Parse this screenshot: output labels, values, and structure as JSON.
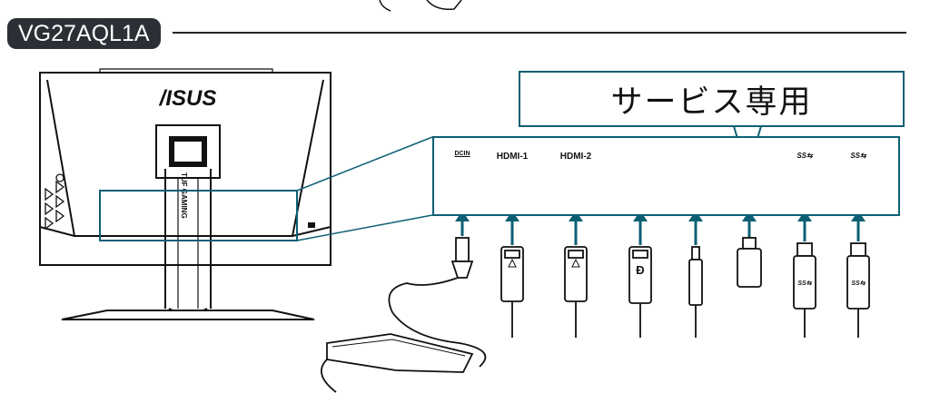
{
  "header": {
    "model": "VG27AQL1A"
  },
  "monitor": {
    "brand": "/ISUS",
    "stand_text": "TUF GAMING"
  },
  "service_label": "サービス専用",
  "ports": [
    {
      "id": "dcin",
      "label": "DCIN",
      "icon": "dc-power-jack-icon"
    },
    {
      "id": "hdmi1",
      "label": "HDMI-1",
      "icon": "hdmi-port-icon"
    },
    {
      "id": "hdmi2",
      "label": "HDMI-2",
      "icon": "hdmi-port-icon"
    },
    {
      "id": "dp",
      "label": "",
      "icon": "displayport-logo-icon"
    },
    {
      "id": "audio",
      "label": "",
      "icon": "headphone-icon"
    },
    {
      "id": "usb-service",
      "label": "",
      "icon": "usb-a-port-icon"
    },
    {
      "id": "usb-b",
      "label": "SS⇆",
      "icon": "usb-b-port-icon"
    },
    {
      "id": "usb-a",
      "label": "SS⇆",
      "icon": "usb-a-dual-port-icon"
    }
  ],
  "colors": {
    "accent": "#0e5f74",
    "badge_bg": "#2b3036",
    "line": "#111111"
  }
}
